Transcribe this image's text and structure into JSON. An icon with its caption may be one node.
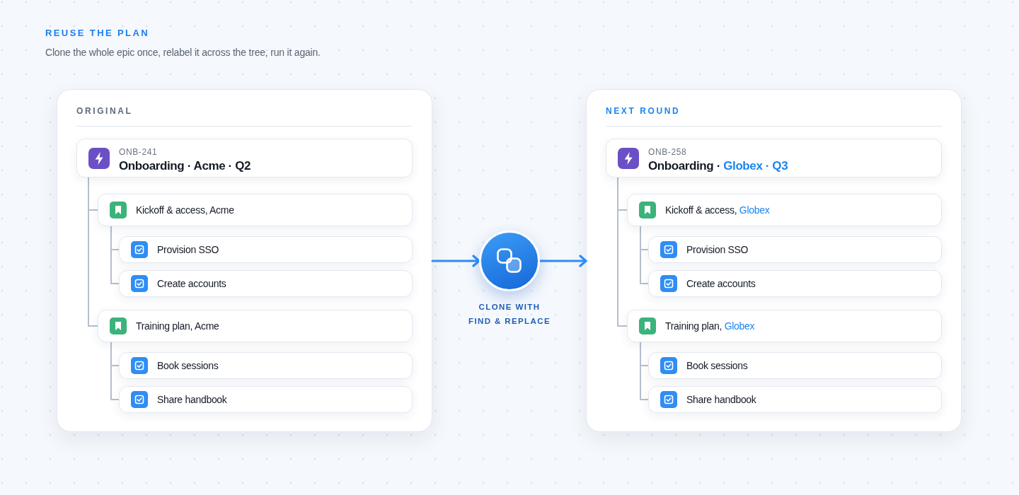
{
  "diagram": {
    "title": "REUSE THE PLAN",
    "nodes": [
      {
        "text": [
          "ORIGINAL"
        ]
      },
      {
        "text": [
          "ONB-241",
          "Onboarding · Acme · Q2"
        ],
        "in": 0
      },
      {
        "text": [
          "Kickoff & access, Acme"
        ],
        "in": 0
      },
      {
        "text": [
          "Provision SSO"
        ],
        "in": 0
      },
      {
        "text": [
          "Create accounts"
        ],
        "in": 0
      },
      {
        "text": [
          "Training plan, Acme"
        ],
        "in": 0
      },
      {
        "text": [
          "Book sessions"
        ],
        "in": 0
      },
      {
        "text": [
          "Share handbook"
        ],
        "in": 0
      },
      {
        "text": [],
        "shape": "circle",
        "beside": [
          "CLONE WITH FIND & REPLACE"
        ]
      },
      {
        "text": [
          "NEXT ROUND"
        ]
      },
      {
        "text": [
          "ONB-258",
          "Onboarding · **Globex · Q3**"
        ],
        "in": 9
      },
      {
        "text": [
          "Kickoff & access, **Globex**"
        ],
        "in": 9
      },
      {
        "text": [
          "Provision SSO"
        ],
        "in": 9
      },
      {
        "text": [
          "Create accounts"
        ],
        "in": 9
      },
      {
        "text": [
          "Training plan, **Globex**"
        ],
        "in": 9
      },
      {
        "text": [
          "Book sessions"
        ],
        "in": 9
      },
      {
        "text": [
          "Share handbook"
        ],
        "in": 9
      }
    ],
    "edges": [
      {
        "from": 1,
        "to": 2,
        "arrow": "none"
      },
      {
        "from": 2,
        "to": 3,
        "arrow": "none"
      },
      {
        "from": 2,
        "to": 4,
        "arrow": "none"
      },
      {
        "from": 1,
        "to": 5,
        "arrow": "none"
      },
      {
        "from": 5,
        "to": 6,
        "arrow": "none"
      },
      {
        "from": 5,
        "to": 7,
        "arrow": "none"
      },
      {
        "from": 0,
        "to": 8,
        "arrow": "to",
        "color": "#2f8cf5"
      },
      {
        "from": 8,
        "to": 9,
        "arrow": "to",
        "color": "#2f8cf5"
      },
      {
        "from": 10,
        "to": 11,
        "arrow": "none"
      },
      {
        "from": 11,
        "to": 12,
        "arrow": "none"
      },
      {
        "from": 11,
        "to": 13,
        "arrow": "none"
      },
      {
        "from": 10,
        "to": 14,
        "arrow": "none"
      },
      {
        "from": 14,
        "to": 15,
        "arrow": "none"
      },
      {
        "from": 14,
        "to": 16,
        "arrow": "none"
      }
    ],
    "labels": [
      "Clone the whole epic once, relabel it across the tree, run it again."
    ]
  }
}
